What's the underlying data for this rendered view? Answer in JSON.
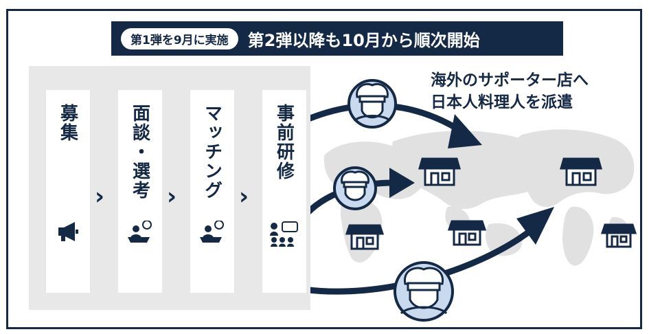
{
  "banner": {
    "pill": "第1弾を9月に実施",
    "main": "第2弾以降も10月から順次開始"
  },
  "steps": [
    {
      "label": "募集",
      "icon": "megaphone-icon"
    },
    {
      "label": "面談・選考",
      "icon": "interview-icon"
    },
    {
      "label": "マッチング",
      "icon": "matching-icon"
    },
    {
      "label": "事前研修",
      "icon": "training-icon"
    }
  ],
  "callout": {
    "line1": "海外のサポーター店へ",
    "line2": "日本人料理人を派遣"
  },
  "colors": {
    "navy": "#142945",
    "light_blue": "#c9d9ee",
    "map_gray": "#e1e1e1",
    "panel": "#e8e8e8"
  }
}
